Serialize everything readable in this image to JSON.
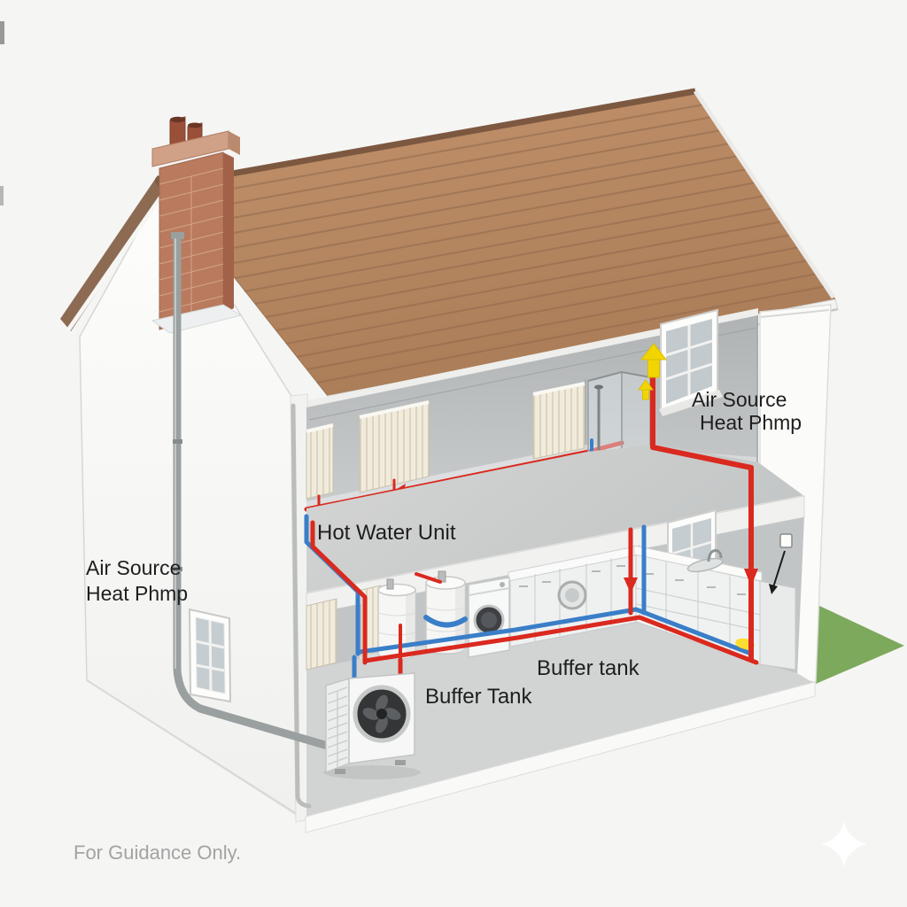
{
  "scene": {
    "description": "Isometric cutaway illustration of a two-storey house showing an air source heat pump heating system with red flow and blue return pipework",
    "style": "technical illustration, guidance diagram"
  },
  "labels": {
    "heat_pump_left_1": "Air Source",
    "heat_pump_left_2": "Heat Phmp",
    "heat_pump_right_1": "Air Source",
    "heat_pump_right_2": "Heat Phmp",
    "hot_water_unit": "Hot Water Unit",
    "buffer_tank_1": "Buffer Tank",
    "buffer_tank_2": "Buffer tank",
    "disclaimer": "For Guidance Only."
  },
  "colors": {
    "background": "#f5f5f4",
    "hot_pipe_red": "#da291f",
    "cold_pipe_blue": "#3a7ec8",
    "flow_arrow_yellow": "#f3d403",
    "roof_tile_brown": "#b5855f",
    "chimney_brick": "#b97a5e",
    "interior_wall_grey": "#b8bbbc",
    "grass_green": "#7da95c",
    "label_text": "#1e1e1e",
    "disclaimer_text": "#a3a3a3"
  },
  "components": [
    "air-source-heat-pump-outdoor-unit",
    "buffer-tank-cylinder",
    "hot-water-cylinder",
    "washing-machine",
    "dishwasher",
    "radiators-upstairs",
    "radiators-downstairs",
    "shower-enclosure",
    "kitchen-cabinets-and-sink",
    "chimney",
    "rain-downpipe",
    "grass-patch"
  ],
  "flow_indicators": {
    "yellow_up_arrows": 2,
    "red_down_arrows": 2,
    "red_left_arrows": 1,
    "black_annotation_arrows": 1
  }
}
